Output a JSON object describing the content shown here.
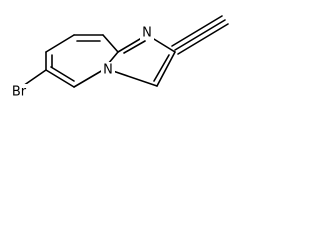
{
  "structure": {
    "atoms": {
      "bromine": "Br",
      "nitrogen_imine": "N",
      "nitrogen_bridgehead": "N"
    },
    "colors": {
      "bond": "#000000",
      "label": "#000000",
      "background": "#ffffff"
    }
  }
}
